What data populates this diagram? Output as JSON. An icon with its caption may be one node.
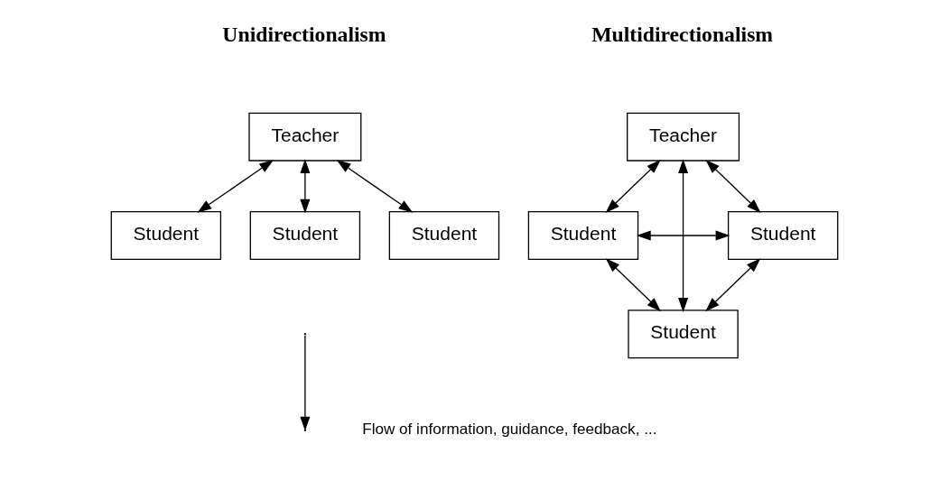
{
  "diagram": {
    "nodes": [
      {
        "text": [
          "Teacher"
        ]
      },
      {
        "text": [
          "Student"
        ]
      },
      {
        "text": [
          "Student"
        ]
      },
      {
        "text": [
          "Student"
        ]
      },
      {
        "text": [
          "Teacher"
        ]
      },
      {
        "text": [
          "Student"
        ]
      },
      {
        "text": [
          "Student"
        ]
      },
      {
        "text": [
          "Student"
        ]
      }
    ],
    "edges": [
      {
        "from": 0,
        "to": 1,
        "arrow": "both"
      },
      {
        "from": 0,
        "to": 2,
        "arrow": "both"
      },
      {
        "from": 0,
        "to": 3,
        "arrow": "both"
      },
      {
        "from": 4,
        "to": 5,
        "arrow": "both"
      },
      {
        "from": 4,
        "to": 7,
        "arrow": "both"
      },
      {
        "from": 4,
        "to": 6,
        "arrow": "both"
      },
      {
        "from": 5,
        "to": 6,
        "arrow": "both"
      },
      {
        "from": 5,
        "to": 7,
        "arrow": "both"
      },
      {
        "from": 6,
        "to": 7,
        "arrow": "both"
      }
    ],
    "labels": [
      "Unidirectionalism",
      "Multidirectionalism"
    ],
    "legend": [
      {
        "text": "Flow of information, guidance, feedback, ..."
      }
    ]
  }
}
